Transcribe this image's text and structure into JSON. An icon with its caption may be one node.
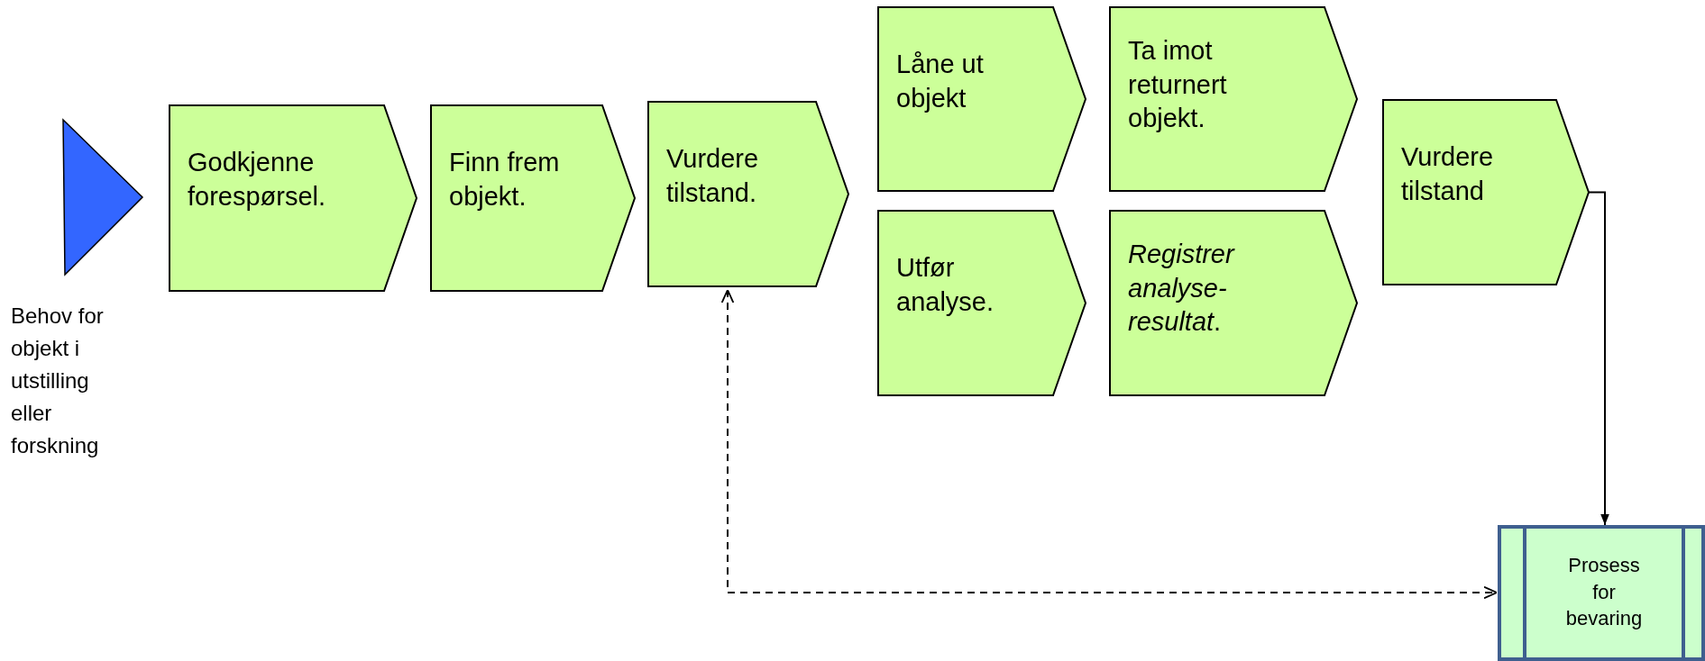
{
  "diagram": {
    "nodes": [
      {
        "text": [
          "Behov for objekt i utstilling eller forskning"
        ]
      },
      {
        "text": [
          "Godkjenne forespørsel."
        ]
      },
      {
        "text": [
          "Finn frem objekt."
        ]
      },
      {
        "text": [
          "Vurdere tilstand."
        ]
      },
      {
        "text": [
          "Låne ut objekt"
        ]
      },
      {
        "text": [
          "Ta imot returnert objekt."
        ]
      },
      {
        "text": [
          "Utfør analyse."
        ]
      },
      {
        "text": [
          "*Registrer analyse-resultat*."
        ]
      },
      {
        "text": [
          "Vurdere tilstand"
        ]
      },
      {
        "text": [
          "Prosess for bevaring"
        ]
      }
    ],
    "edges": [
      {
        "from": 8,
        "to": 9,
        "arrow": "to"
      },
      {
        "from": 3,
        "to": 9,
        "arrow": "both",
        "style": "dashed"
      }
    ]
  }
}
